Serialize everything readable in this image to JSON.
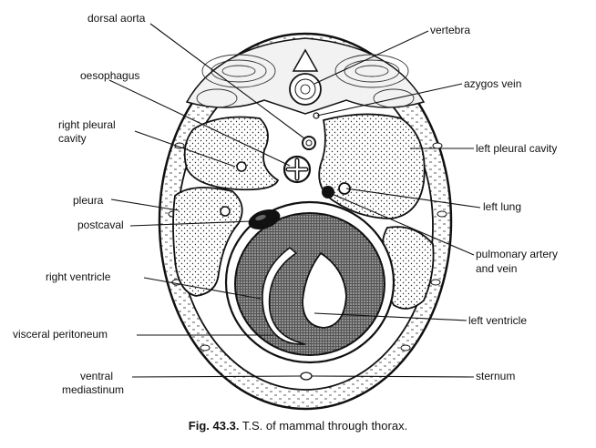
{
  "labels": {
    "dorsal_aorta": "dorsal aorta",
    "vertebra": "vertebra",
    "oesophagus": "oesophagus",
    "azygos_vein": "azygos vein",
    "right_pleural_cavity_1": "right pleural",
    "right_pleural_cavity_2": "cavity",
    "left_pleural_cavity": "left pleural cavity",
    "pleura": "pleura",
    "left_lung": "left lung",
    "postcaval": "postcaval",
    "pulmonary_1": "pulmonary artery",
    "pulmonary_2": "and vein",
    "right_ventricle": "right ventricle",
    "left_ventricle": "left ventricle",
    "visceral_peritoneum": "visceral peritoneum",
    "ventral_mediastinum_1": "ventral",
    "ventral_mediastinum_2": "mediastinum",
    "sternum": "sternum"
  },
  "caption": {
    "number": "Fig. 43.3.",
    "text": "T.S. of mammal through thorax."
  }
}
